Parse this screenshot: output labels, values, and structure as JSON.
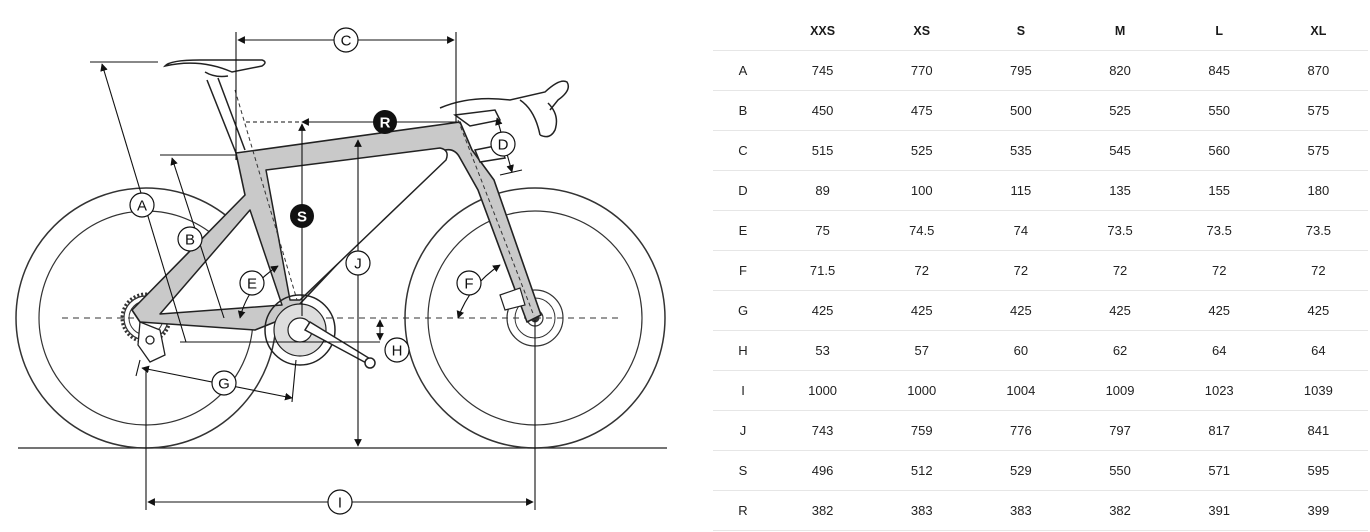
{
  "diagram": {
    "labels": {
      "a": "A",
      "b": "B",
      "c": "C",
      "d": "D",
      "e": "E",
      "f": "F",
      "g": "G",
      "h": "H",
      "i": "I",
      "j": "J",
      "s": "S",
      "r": "R"
    }
  },
  "table": {
    "columns": [
      "XXS",
      "XS",
      "S",
      "M",
      "L",
      "XL"
    ],
    "rows": [
      {
        "label": "A",
        "values": [
          "745",
          "770",
          "795",
          "820",
          "845",
          "870"
        ]
      },
      {
        "label": "B",
        "values": [
          "450",
          "475",
          "500",
          "525",
          "550",
          "575"
        ]
      },
      {
        "label": "C",
        "values": [
          "515",
          "525",
          "535",
          "545",
          "560",
          "575"
        ]
      },
      {
        "label": "D",
        "values": [
          "89",
          "100",
          "115",
          "135",
          "155",
          "180"
        ]
      },
      {
        "label": "E",
        "values": [
          "75",
          "74.5",
          "74",
          "73.5",
          "73.5",
          "73.5"
        ]
      },
      {
        "label": "F",
        "values": [
          "71.5",
          "72",
          "72",
          "72",
          "72",
          "72"
        ]
      },
      {
        "label": "G",
        "values": [
          "425",
          "425",
          "425",
          "425",
          "425",
          "425"
        ]
      },
      {
        "label": "H",
        "values": [
          "53",
          "57",
          "60",
          "62",
          "64",
          "64"
        ]
      },
      {
        "label": "I",
        "values": [
          "1000",
          "1000",
          "1004",
          "1009",
          "1023",
          "1039"
        ]
      },
      {
        "label": "J",
        "values": [
          "743",
          "759",
          "776",
          "797",
          "817",
          "841"
        ]
      },
      {
        "label": "S",
        "values": [
          "496",
          "512",
          "529",
          "550",
          "571",
          "595"
        ]
      },
      {
        "label": "R",
        "values": [
          "382",
          "383",
          "383",
          "382",
          "391",
          "399"
        ]
      }
    ]
  }
}
